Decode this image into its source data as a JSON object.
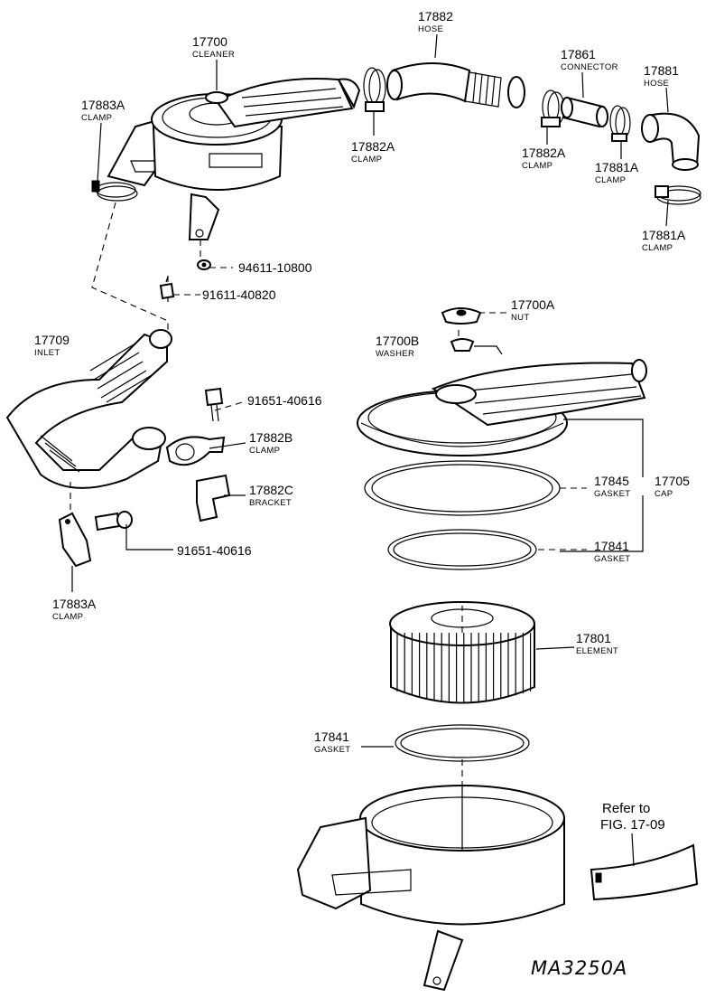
{
  "diagram_code": "MA3250A",
  "reference_note": {
    "line1": "Refer to",
    "line2": "FIG. 17-09"
  },
  "callouts": [
    {
      "id": "c17882",
      "number": "17882",
      "name": "HOSE"
    },
    {
      "id": "c17700",
      "number": "17700",
      "name": "CLEANER"
    },
    {
      "id": "c17861",
      "number": "17861",
      "name": "CONNECTOR"
    },
    {
      "id": "c17881",
      "number": "17881",
      "name": "HOSE"
    },
    {
      "id": "c17883a1",
      "number": "17883A",
      "name": "CLAMP"
    },
    {
      "id": "c17882a1",
      "number": "17882A",
      "name": "CLAMP"
    },
    {
      "id": "c17882a2",
      "number": "17882A",
      "name": "CLAMP"
    },
    {
      "id": "c17881a1",
      "number": "17881A",
      "name": "CLAMP"
    },
    {
      "id": "c17881a2",
      "number": "17881A",
      "name": "CLAMP"
    },
    {
      "id": "c94611",
      "number": "94611-10800",
      "name": ""
    },
    {
      "id": "c91611",
      "number": "91611-40820",
      "name": ""
    },
    {
      "id": "c17700a",
      "number": "17700A",
      "name": "NUT"
    },
    {
      "id": "c17700b",
      "number": "17700B",
      "name": "WASHER"
    },
    {
      "id": "c17709",
      "number": "17709",
      "name": "INLET"
    },
    {
      "id": "c91651a",
      "number": "91651-40616",
      "name": ""
    },
    {
      "id": "c17882b",
      "number": "17882B",
      "name": "CLAMP"
    },
    {
      "id": "c17882c",
      "number": "17882C",
      "name": "BRACKET"
    },
    {
      "id": "c91651b",
      "number": "91651-40616",
      "name": ""
    },
    {
      "id": "c17883a2",
      "number": "17883A",
      "name": "CLAMP"
    },
    {
      "id": "c17845",
      "number": "17845",
      "name": "GASKET"
    },
    {
      "id": "c17705",
      "number": "17705",
      "name": "CAP"
    },
    {
      "id": "c17841a",
      "number": "17841",
      "name": "GASKET"
    },
    {
      "id": "c17801",
      "number": "17801",
      "name": "ELEMENT"
    },
    {
      "id": "c17841b",
      "number": "17841",
      "name": "GASKET"
    }
  ]
}
